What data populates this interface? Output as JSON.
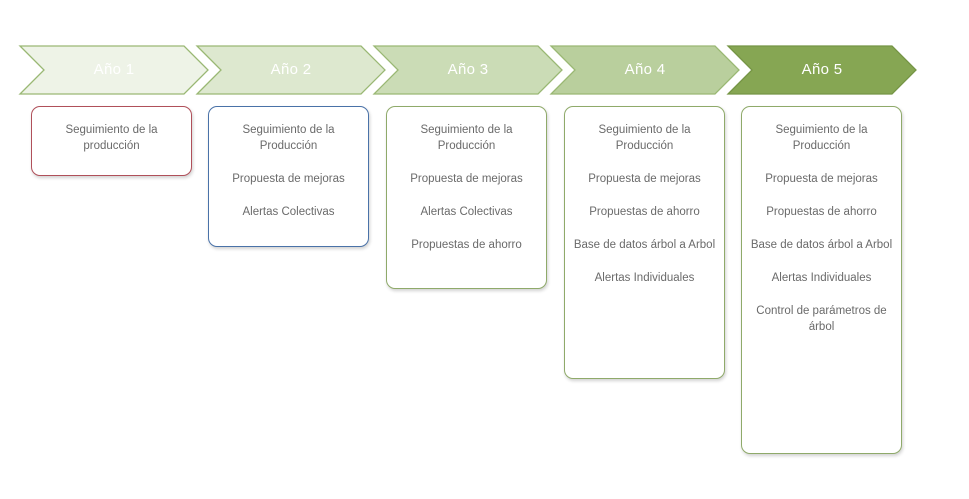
{
  "colors": {
    "chevron_fills": [
      "#eef3e7",
      "#dde8cf",
      "#cbdcb6",
      "#b9cf9d",
      "#86a653"
    ],
    "chevron_strokes": [
      "#9ab874",
      "#9ab874",
      "#9ab874",
      "#9ab874",
      "#759545"
    ],
    "card_borders": [
      "#b0505a",
      "#4a72a8",
      "#8faa6a",
      "#8faa6a",
      "#8faa6a"
    ],
    "card_text": "#6a6a6a"
  },
  "years": [
    {
      "label": "Año 1"
    },
    {
      "label": "Año 2"
    },
    {
      "label": "Año 3"
    },
    {
      "label": "Año 4"
    },
    {
      "label": "Año 5"
    }
  ],
  "cards": [
    {
      "items": [
        "Seguimiento de la producción"
      ]
    },
    {
      "items": [
        "Seguimiento de la Producción",
        "Propuesta de mejoras",
        "Alertas Colectivas"
      ]
    },
    {
      "items": [
        "Seguimiento de la Producción",
        "Propuesta de mejoras",
        "Alertas Colectivas",
        "Propuestas de ahorro"
      ]
    },
    {
      "items": [
        "Seguimiento de la Producción",
        "Propuesta de mejoras",
        "Propuestas de ahorro",
        "Base de datos árbol a Arbol",
        "Alertas Individuales"
      ]
    },
    {
      "items": [
        "Seguimiento de la Producción",
        "Propuesta de mejoras",
        "Propuestas de ahorro",
        "Base de datos árbol a Arbol",
        "Alertas Individuales",
        "Control de parámetros de árbol"
      ]
    }
  ]
}
